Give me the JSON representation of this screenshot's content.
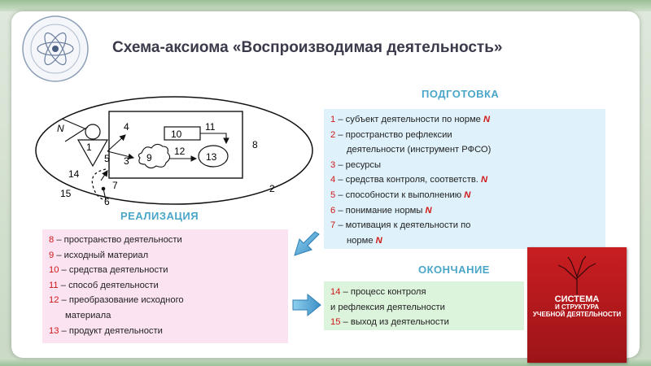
{
  "title": "Схема-аксиома  «Воспроизводимая деятельность»",
  "sections": {
    "preparation": "ПОДГОТОВКА",
    "realization": "РЕАЛИЗАЦИЯ",
    "completion": "ОКОНЧАНИЕ"
  },
  "diagram_labels": {
    "n": "N",
    "l1": "1",
    "l2": "2",
    "l3": "3",
    "l4": "4",
    "l5": "5",
    "l6": "6",
    "l7": "7",
    "l8": "8",
    "l9": "9",
    "l10": "10",
    "l11": "11",
    "l12": "12",
    "l13": "13",
    "l14": "14",
    "l15": "15"
  },
  "preparation_items": [
    {
      "num": "1",
      "text": " – субъект деятельности по норме ",
      "n": "N"
    },
    {
      "num": "2",
      "text": " – пространство рефлексии",
      "n": ""
    },
    {
      "num": "",
      "text": "деятельности (инструмент РФСО)",
      "n": "",
      "indent": true
    },
    {
      "num": "3",
      "text": " – ресурсы",
      "n": ""
    },
    {
      "num": "4",
      "text": " – средства контроля, соответств. ",
      "n": "N"
    },
    {
      "num": "5",
      "text": " – способности к выполнению ",
      "n": "N"
    },
    {
      "num": "6",
      "text": " – понимание нормы ",
      "n": "N"
    },
    {
      "num": "7",
      "text": " – мотивация к деятельности по",
      "n": ""
    },
    {
      "num": "",
      "text": "норме ",
      "n": "N",
      "indent": true
    }
  ],
  "realization_items": [
    {
      "num": "8",
      "text": " – пространство деятельности"
    },
    {
      "num": "9",
      "text": " – исходный материал"
    },
    {
      "num": "10",
      "text": " – средства деятельности"
    },
    {
      "num": "11",
      "text": " – способ деятельности"
    },
    {
      "num": "12",
      "text": " – преобразование исходного"
    },
    {
      "num": "",
      "text": "материала",
      "indent": true
    },
    {
      "num": "13",
      "text": " – продукт деятельности"
    }
  ],
  "completion_items": [
    {
      "num": "14",
      "text": " – процесс контроля"
    },
    {
      "num": "",
      "text": "и рефлексия деятельности"
    },
    {
      "num": "15",
      "text": " – выход из деятельности"
    }
  ],
  "book": {
    "title_line1": "СИСТЕМА",
    "title_line2": "И СТРУКТУРА",
    "title_line3": "УЧЕБНОЙ ДЕЯТЕЛЬНОСТИ"
  },
  "colors": {
    "accent_section": "#4aa6c8",
    "number_red": "#d01818",
    "box_blue": "#dff2fb",
    "box_pink": "#fbe3f2",
    "box_green": "#dcf3dc",
    "book_red": "#c91e22"
  }
}
